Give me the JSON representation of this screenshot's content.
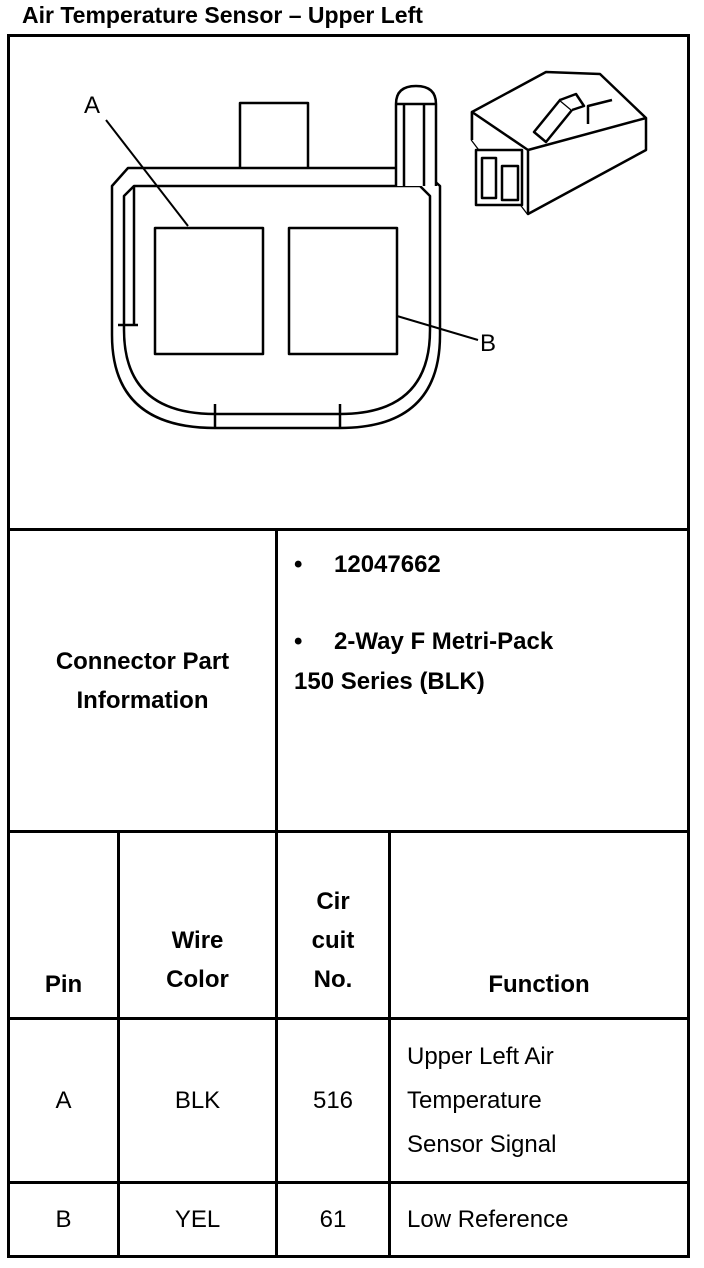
{
  "title": "Air Temperature Sensor – Upper Left",
  "diagram": {
    "callout_a": "A",
    "callout_b": "B"
  },
  "connector_info": {
    "label_line1": "Connector Part",
    "label_line2": "Information",
    "bullet": "•",
    "part_number": "12047662",
    "desc_line1": "2-Way F Metri-Pack",
    "desc_line2": "150 Series (BLK)"
  },
  "table": {
    "headers": {
      "pin": "Pin",
      "wire_line1": "Wire",
      "wire_line2": "Color",
      "circuit_line1": "Cir",
      "circuit_line2": "cuit",
      "circuit_line3": "No.",
      "function": "Function"
    },
    "rows": [
      {
        "pin": "A",
        "wire_color": "BLK",
        "circuit": "516",
        "function_line1": "Upper Left Air",
        "function_line2": "Temperature",
        "function_line3": "Sensor Signal"
      },
      {
        "pin": "B",
        "wire_color": "YEL",
        "circuit": "61",
        "function_line1": "Low Reference"
      }
    ]
  }
}
